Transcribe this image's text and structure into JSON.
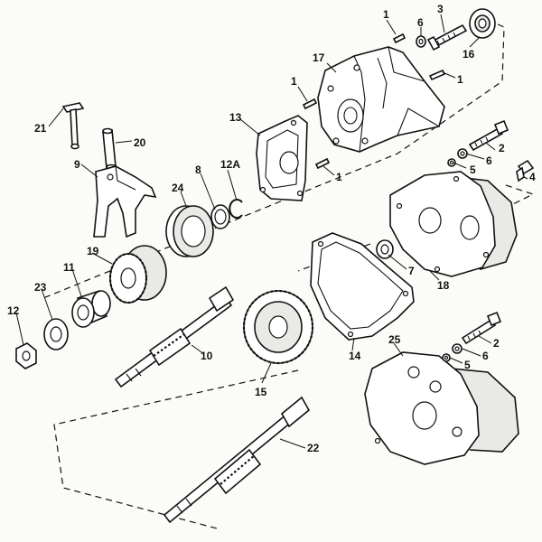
{
  "diagram": {
    "labels": [
      {
        "id": "p1a",
        "text": "1"
      },
      {
        "id": "p6a",
        "text": "6"
      },
      {
        "id": "p3",
        "text": "3"
      },
      {
        "id": "p16",
        "text": "16"
      },
      {
        "id": "p17",
        "text": "17"
      },
      {
        "id": "p1b",
        "text": "1"
      },
      {
        "id": "p1c",
        "text": "1"
      },
      {
        "id": "p13",
        "text": "13"
      },
      {
        "id": "p21",
        "text": "21"
      },
      {
        "id": "p20",
        "text": "20"
      },
      {
        "id": "p9",
        "text": "9"
      },
      {
        "id": "p1d",
        "text": "1"
      },
      {
        "id": "p2a",
        "text": "2"
      },
      {
        "id": "p6b",
        "text": "6"
      },
      {
        "id": "p5a",
        "text": "5"
      },
      {
        "id": "p4",
        "text": "4"
      },
      {
        "id": "p8",
        "text": "8"
      },
      {
        "id": "p12a",
        "text": "12A"
      },
      {
        "id": "p24",
        "text": "24"
      },
      {
        "id": "p19",
        "text": "19"
      },
      {
        "id": "p11",
        "text": "11"
      },
      {
        "id": "p23",
        "text": "23"
      },
      {
        "id": "p12",
        "text": "12"
      },
      {
        "id": "p7",
        "text": "7"
      },
      {
        "id": "p18",
        "text": "18"
      },
      {
        "id": "p10",
        "text": "10"
      },
      {
        "id": "p14",
        "text": "14"
      },
      {
        "id": "p15",
        "text": "15"
      },
      {
        "id": "p25",
        "text": "25"
      },
      {
        "id": "p2b",
        "text": "2"
      },
      {
        "id": "p6c",
        "text": "6"
      },
      {
        "id": "p5b",
        "text": "5"
      },
      {
        "id": "p22",
        "text": "22"
      }
    ]
  }
}
